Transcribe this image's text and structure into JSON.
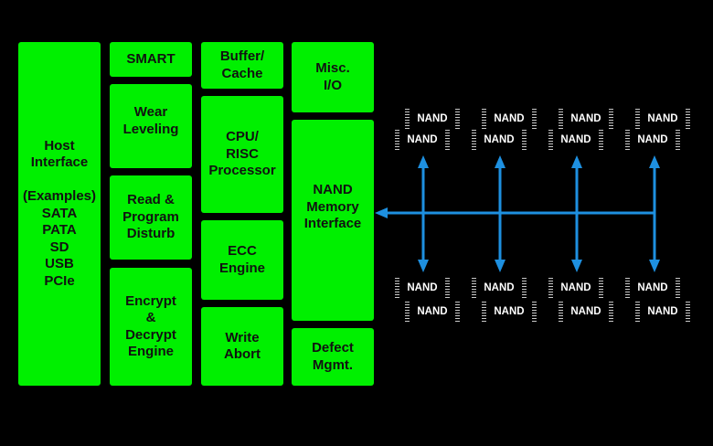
{
  "blocks": {
    "host_interface": "Host\nInterface\n\n(Examples)\nSATA\nPATA\nSD\nUSB\nPCIe",
    "smart": "SMART",
    "wear_leveling": "Wear\nLeveling",
    "read_program_disturb": "Read &\nProgram\nDisturb",
    "encrypt_decrypt": "Encrypt\n&\nDecrypt\nEngine",
    "buffer_cache": "Buffer/\nCache",
    "cpu_risc": "CPU/\nRISC\nProcessor",
    "ecc_engine": "ECC\nEngine",
    "write_abort": "Write\nAbort",
    "misc_io": "Misc.\nI/O",
    "nand_memory_interface": "NAND\nMemory\nInterface",
    "defect_mgmt": "Defect\nMgmt."
  },
  "nand_label": "NAND",
  "colors": {
    "block": "#00f000",
    "bus": "#1e90e0",
    "background": "#000000",
    "chip_text": "#ffffff"
  }
}
